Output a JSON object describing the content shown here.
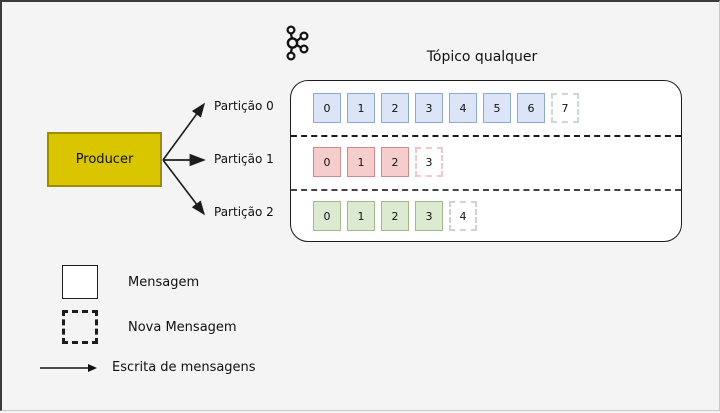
{
  "diagram": {
    "logo_name": "apache-kafka-logo",
    "topic_title": "Tópico qualquer",
    "producer_label": "Producer",
    "partition_labels": [
      "Partição 0",
      "Partição 1",
      "Partição 2"
    ],
    "partitions": [
      {
        "name": "Partição 0",
        "color": "#dbe5f7",
        "border_color": "#8ba7d4",
        "messages": [
          "0",
          "1",
          "2",
          "3",
          "4",
          "5",
          "6"
        ],
        "new_message": "7"
      },
      {
        "name": "Partição 1",
        "color": "#f5cdcd",
        "border_color": "#cf8b8b",
        "messages": [
          "0",
          "1",
          "2"
        ],
        "new_message": "3"
      },
      {
        "name": "Partição 2",
        "color": "#dbead0",
        "border_color": "#9cbd8a",
        "messages": [
          "0",
          "1",
          "2",
          "3"
        ],
        "new_message": "4"
      }
    ]
  },
  "legend": {
    "message_label": "Mensagem",
    "new_message_label": "Nova Mensagem",
    "write_label": "Escrita de mensagens"
  },
  "colors": {
    "background": "#f4f4f4",
    "producer_fill": "#d9c500",
    "producer_border": "#9c8e00",
    "outline": "#1c1c1c"
  }
}
